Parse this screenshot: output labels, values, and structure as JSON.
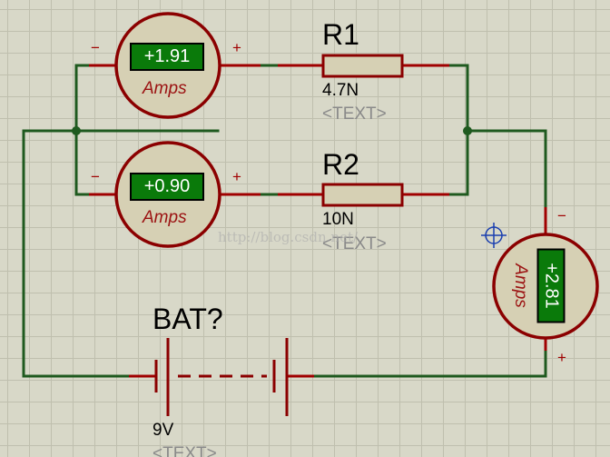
{
  "components": {
    "ammeter1": {
      "reading": "+1.91",
      "unit": "Amps",
      "neg": "−",
      "pos": "+"
    },
    "ammeter2": {
      "reading": "+0.90",
      "unit": "Amps",
      "neg": "−",
      "pos": "+"
    },
    "ammeter3": {
      "reading": "+2.81",
      "unit": "Amps",
      "neg": "−",
      "pos": "+"
    },
    "r1": {
      "ref": "R1",
      "value": "4.7N",
      "text": "<TEXT>"
    },
    "r2": {
      "ref": "R2",
      "value": "10N",
      "text": "<TEXT>"
    },
    "battery": {
      "ref": "BAT?",
      "value": "9V",
      "text": "<TEXT>"
    }
  },
  "watermark": "http://blog.csdn.net/",
  "colors": {
    "wire": "#1f5a1f",
    "component": "#8b0000",
    "display": "#0a7a0a",
    "meter_fill": "#d6d0b4"
  }
}
